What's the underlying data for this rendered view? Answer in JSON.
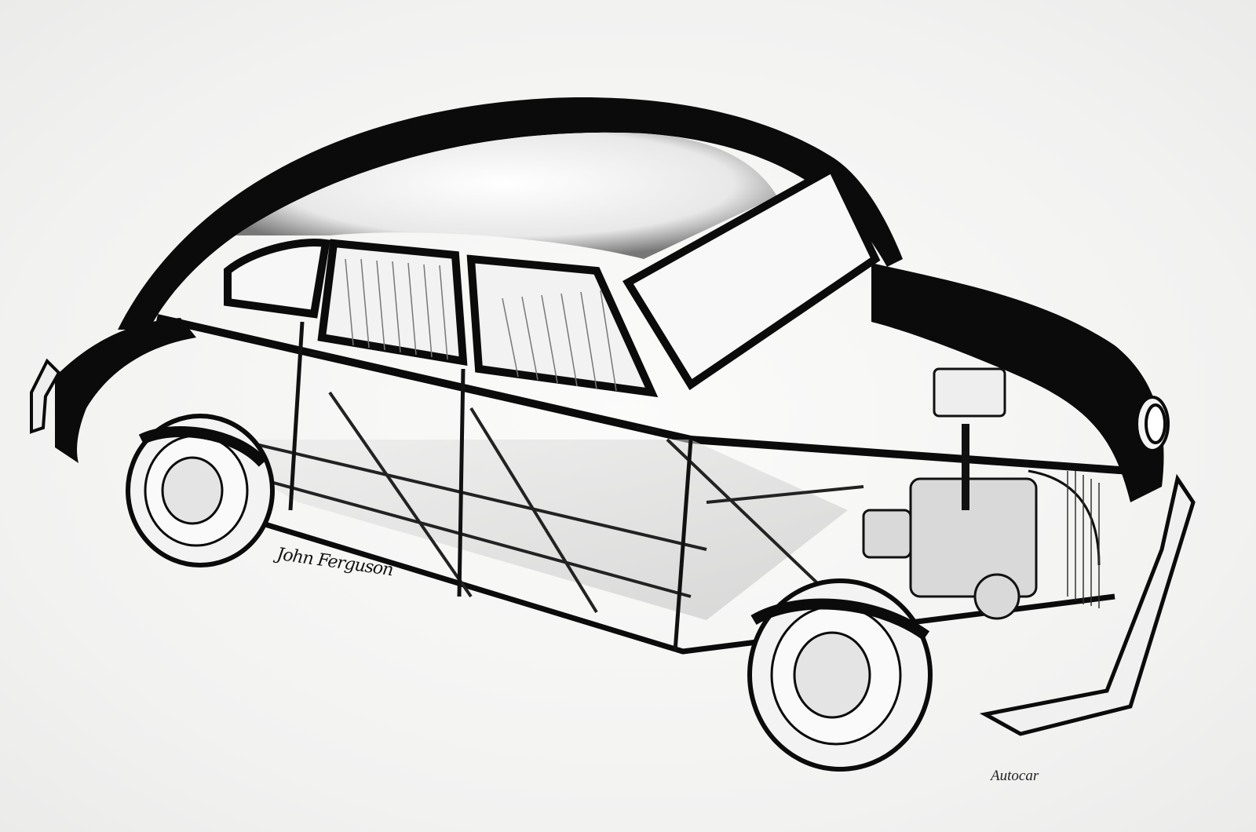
{
  "illustration": {
    "subject": "Cutaway drawing of a four-door saloon car",
    "style": "black and white technical cutaway",
    "palette": {
      "ink": "#0b0b0b",
      "paper": "#f4f4f3",
      "mid": "#9a9a9a"
    }
  },
  "signature": {
    "text": "John Ferguson"
  },
  "credit": {
    "text": "Autocar"
  }
}
